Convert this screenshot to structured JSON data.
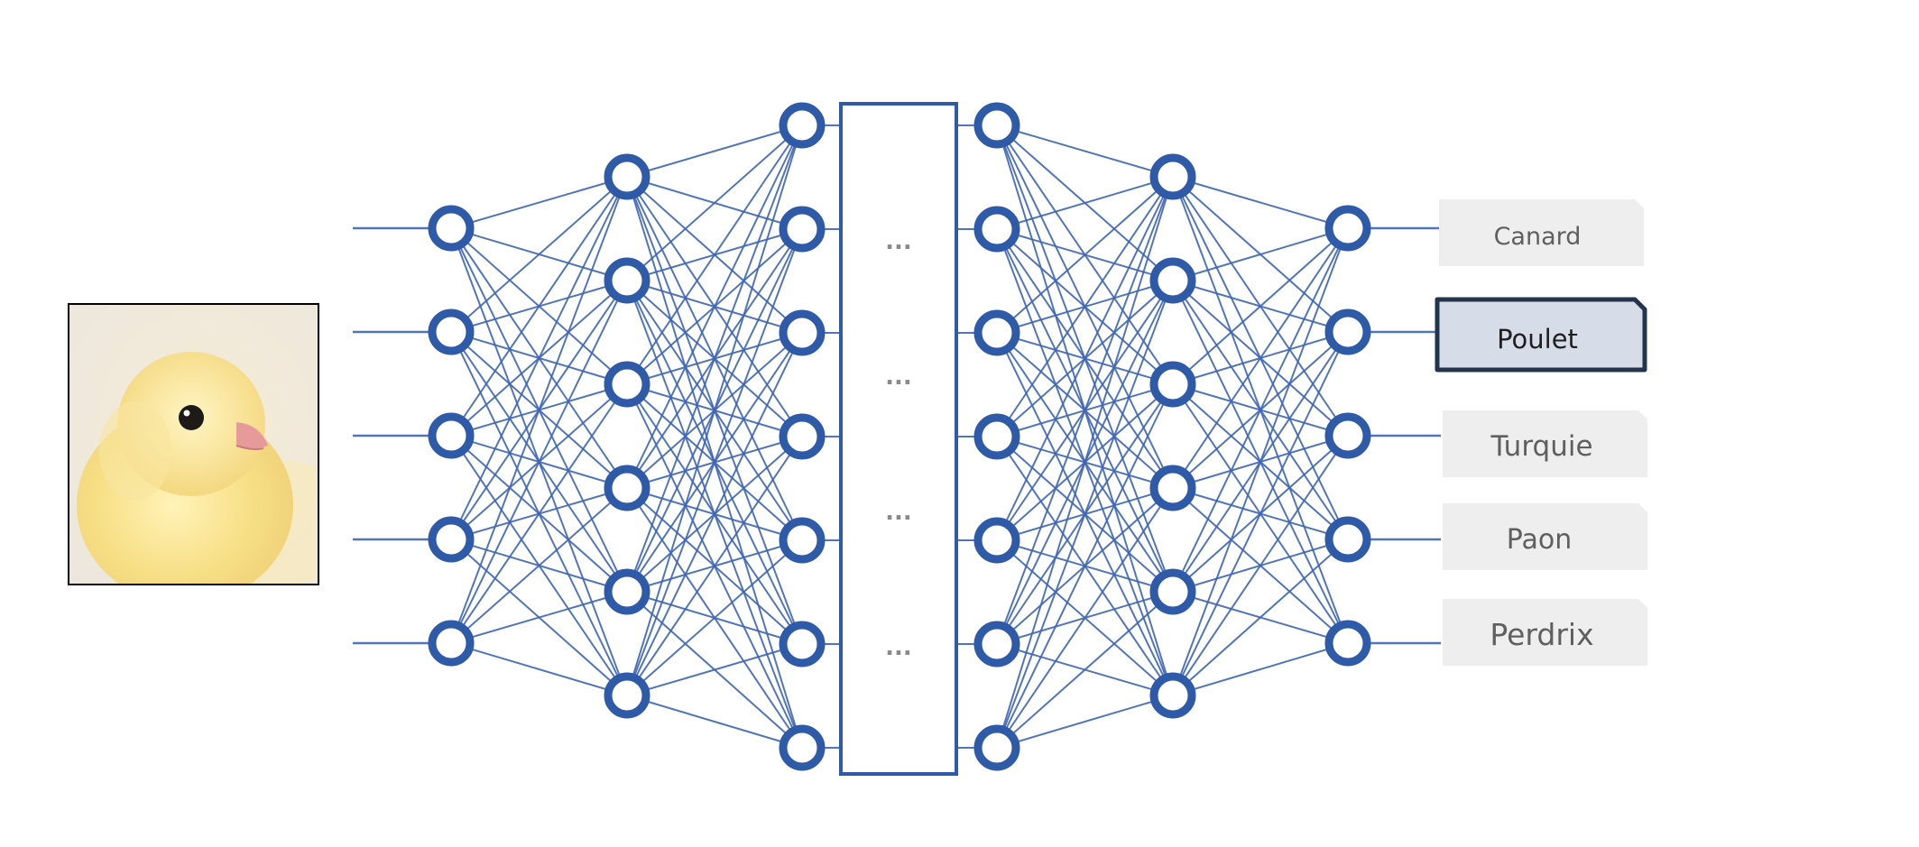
{
  "colors": {
    "accent": "#2e5aa8",
    "edge": "#3f66b3",
    "label_fill": "#eeeeee",
    "selected_fill": "#d6dde8",
    "selected_border": "#24344d"
  },
  "input_image": {
    "subject": "yellow chick photo"
  },
  "hidden_block": {
    "ellipses": [
      "...",
      "...",
      "...",
      "..."
    ]
  },
  "output_labels": [
    {
      "text": "Canard",
      "selected": false
    },
    {
      "text": "Poulet",
      "selected": true
    },
    {
      "text": "Turquie",
      "selected": false
    },
    {
      "text": "Paon",
      "selected": false
    },
    {
      "text": "Perdrix",
      "selected": false
    }
  ]
}
